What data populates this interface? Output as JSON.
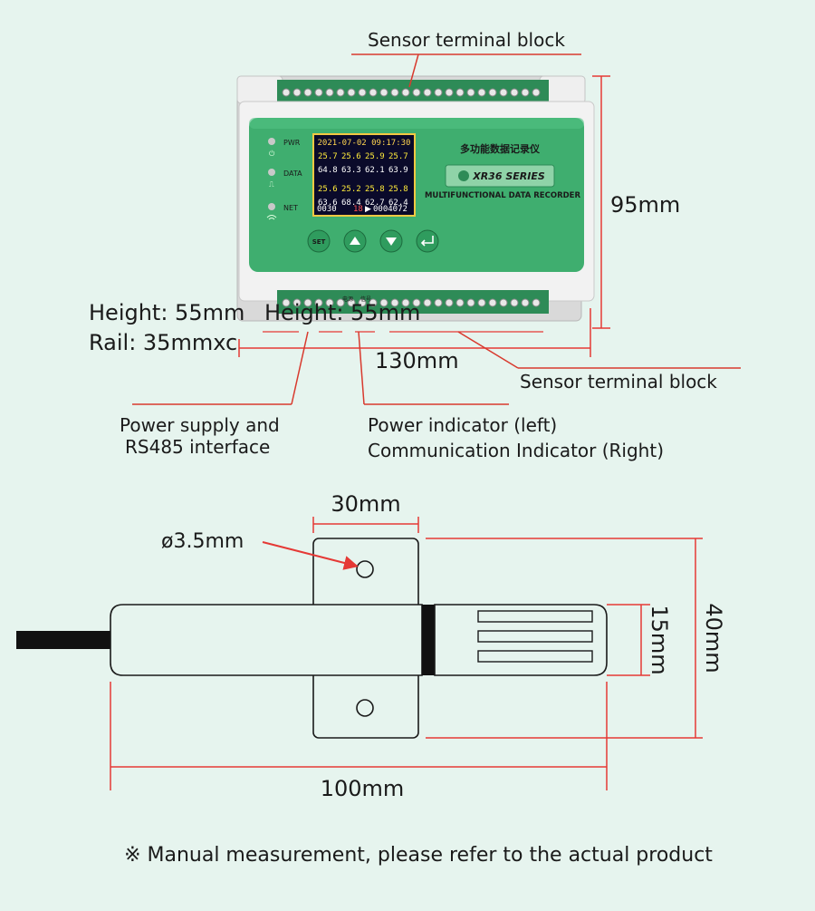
{
  "device": {
    "title_cn": "多功能数据记录仪",
    "series_badge": "XR36 SERIES",
    "subtitle": "MULTIFUNCTIONAL DATA RECORDER",
    "leds": [
      {
        "label": "PWR",
        "icon": "power-icon"
      },
      {
        "label": "DATA",
        "icon": "data-pulse-icon"
      },
      {
        "label": "NET",
        "icon": "wifi-icon"
      }
    ],
    "screen": {
      "datetime": "2021-07-02 09:17:30",
      "rows": [
        [
          "25.7",
          "25.6",
          "25.9",
          "25.7"
        ],
        [
          "64.8",
          "63.3",
          "62.1",
          "63.9"
        ],
        [
          "25.6",
          "25.2",
          "25.8",
          "25.8"
        ],
        [
          "63.6",
          "68.4",
          "62.7",
          "62.4"
        ]
      ],
      "footer_left": "0030",
      "footer_mid": "18",
      "footer_right": "0004072"
    },
    "buttons": [
      {
        "label": "SET",
        "icon": "set-icon"
      },
      {
        "label": "",
        "icon": "arrow-up-icon"
      },
      {
        "label": "",
        "icon": "arrow-down-icon"
      },
      {
        "label": "",
        "icon": "enter-icon"
      }
    ],
    "port_labels": [
      "电源",
      "信号"
    ]
  },
  "annotations": {
    "sensor_terminal_top": "Sensor terminal block",
    "sensor_terminal_bottom": "Sensor terminal block",
    "height_95": "95mm",
    "width_130": "130mm",
    "height_55_a": "Height: 55mm",
    "height_55_b": "Height: 55mm",
    "rail": "Rail: 35mmxc",
    "power_rs485_line1": "Power supply and",
    "power_rs485_line2": "RS485 interface",
    "indicator_line1": "Power indicator (left)",
    "indicator_line2": "Communication Indicator (Right)"
  },
  "probe": {
    "width_30": "30mm",
    "hole": "ø3.5mm",
    "height_15": "15mm",
    "height_40": "40mm",
    "length_100": "100mm"
  },
  "footnote": "※ Manual measurement, please refer to the actual product",
  "colors": {
    "background": "#e6f4ee",
    "device_green": "#3fae6f",
    "dimension_red": "#e53935",
    "leader_red": "#d83a2e"
  }
}
